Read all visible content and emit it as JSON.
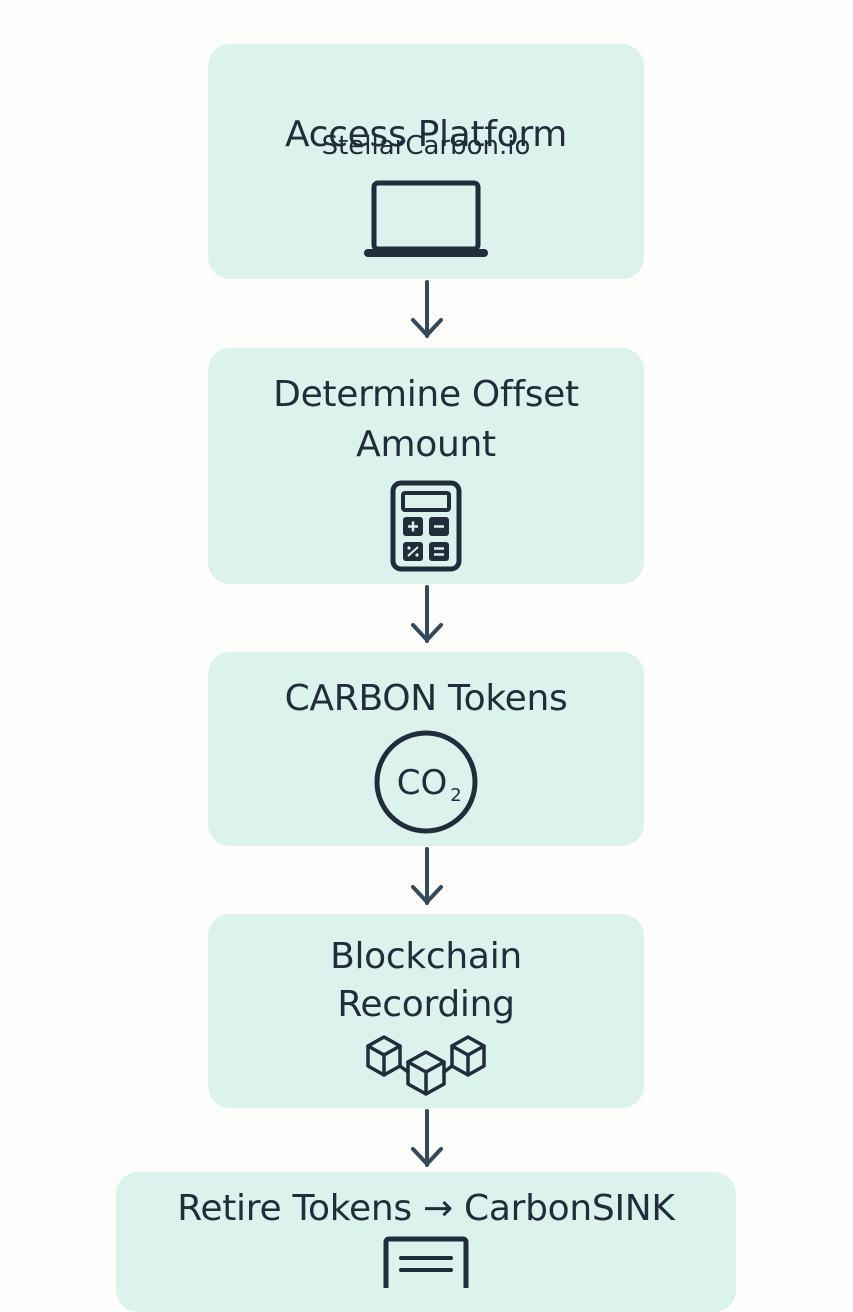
{
  "steps": [
    {
      "title": "Access Platform",
      "subtitle": "StellarCarbon.io",
      "icon": "laptop-icon"
    },
    {
      "title_line1": "Determine Offset",
      "title_line2": "Amount",
      "icon": "calculator-icon"
    },
    {
      "title": "CARBON Tokens",
      "icon": "co2-icon",
      "icon_text": "CO",
      "icon_subscript": "2"
    },
    {
      "title_line1": "Blockchain",
      "title_line2": "Recording",
      "icon": "blockchain-cubes-icon"
    },
    {
      "title": "Retire Tokens → CarbonSINK",
      "icon": "certificate-icon"
    }
  ],
  "colors": {
    "box_fill": "#dcf2ec",
    "text": "#1f2e3a",
    "arrow": "#34495a",
    "background": "#fdfdfb"
  }
}
